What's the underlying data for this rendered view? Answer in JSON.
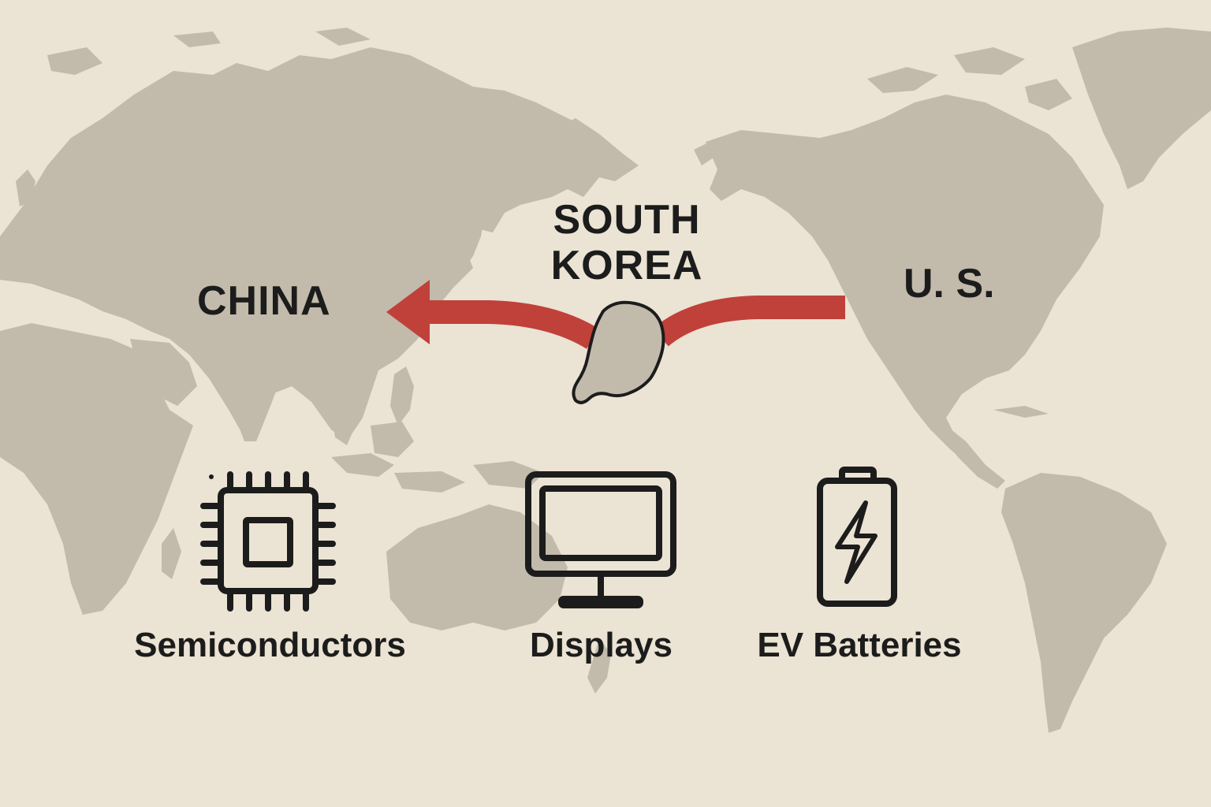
{
  "map": {
    "labels": {
      "china": "CHINA",
      "south_korea_line1": "SOUTH",
      "south_korea_line2": "KOREA",
      "us": "U. S."
    },
    "colors": {
      "background": "#ebe3d3",
      "land": "#c2baab",
      "arrow": "#c0413a",
      "ink": "#1c1c1c"
    },
    "flow": {
      "from": "U. S.",
      "via": "SOUTH KOREA",
      "to": "CHINA"
    }
  },
  "industries": [
    {
      "icon": "chip-icon",
      "label": "Semiconductors"
    },
    {
      "icon": "monitor-icon",
      "label": "Displays"
    },
    {
      "icon": "battery-icon",
      "label": "EV Batteries"
    }
  ]
}
